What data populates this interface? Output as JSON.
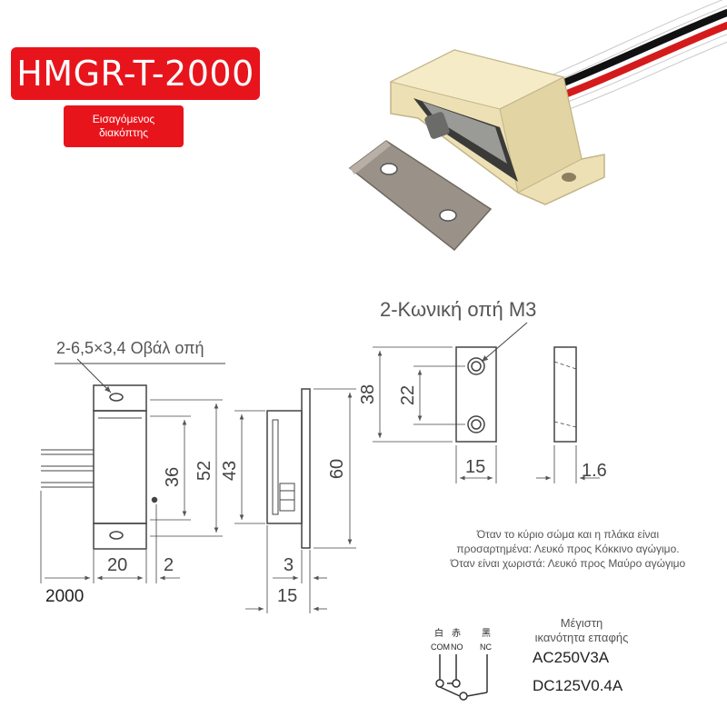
{
  "model": "HMGR-T-2000",
  "type_label_line1": "Εισαγόμενος",
  "type_label_line2": "διακόπτης",
  "front_view": {
    "slot_note": "2-6,5×3,4 Οβάλ οπή",
    "dim_20": "20",
    "dim_2": "2",
    "dim_36": "36",
    "dim_52": "52",
    "wire_length": "2000"
  },
  "side_view": {
    "dim_43": "43",
    "dim_60": "60",
    "dim_3": "3",
    "dim_15": "15"
  },
  "plate_view": {
    "hole_note": "2-Κωνική οπή M3",
    "dim_38": "38",
    "dim_22": "22",
    "dim_15": "15",
    "dim_1_6": "1.6"
  },
  "wiring_note": {
    "line1": "Όταν το κύριο σώμα και η πλάκα είναι",
    "line2": "προσαρτημένα: Λευκό προς Κόκκινο αγώγιμο.",
    "line3": "Όταν είναι χωριστά: Λευκό προς Μαύρο αγώγιμο"
  },
  "rating": {
    "title_line1": "Μέγιστη",
    "title_line2": "ικανότητα επαφής",
    "ac": "AC250V3A",
    "dc": "DC125V0.4A"
  },
  "terminals": {
    "com_cn": "白",
    "no_cn": "赤",
    "nc_cn": "黑",
    "com": "COM",
    "no": "NO",
    "nc": "NC"
  },
  "colors": {
    "badge_red": "#e8141c",
    "body_cream": "#ede0b4",
    "plate_metal": "#9a9288"
  }
}
